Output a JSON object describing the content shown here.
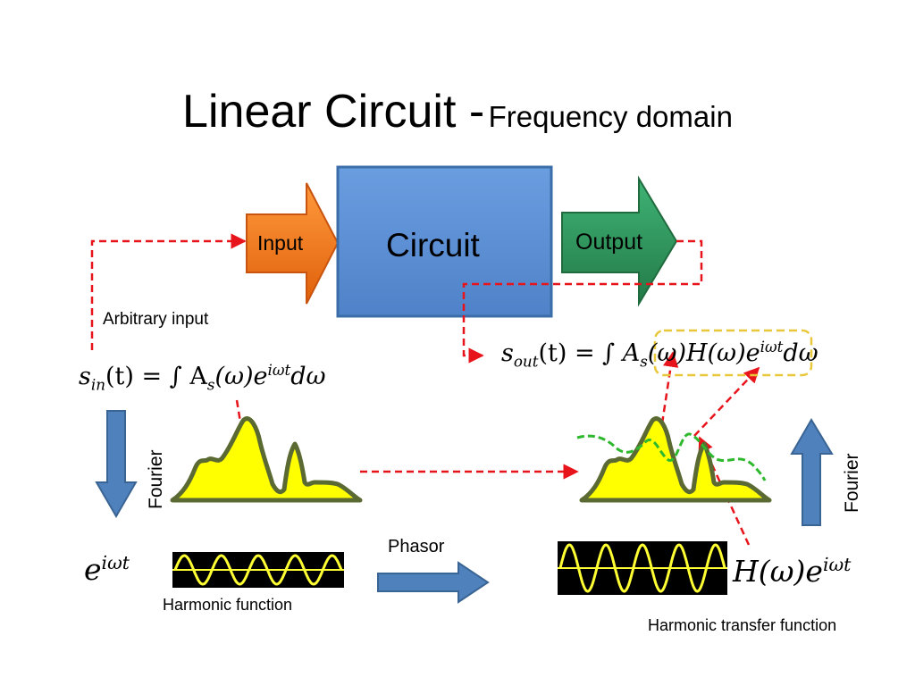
{
  "title": {
    "main": "Linear Circuit -",
    "sub": "Frequency domain"
  },
  "blocks": {
    "input": "Input",
    "circuit": "Circuit",
    "output": "Output"
  },
  "labels": {
    "arbitrary_input": "Arbitrary input",
    "fourier_left": "Fourier",
    "fourier_right": "Fourier",
    "phasor": "Phasor",
    "harmonic_function": "Harmonic function",
    "harmonic_transfer_function": "Harmonic transfer function"
  },
  "equations": {
    "s_in": {
      "s": "s",
      "sub": "in",
      "rest": "(t) = ∫ A",
      "a_sub": "s",
      "tail": "(ω)e",
      "exp": "iωt",
      "end": "dω"
    },
    "s_out": {
      "s": "s",
      "sub": "out",
      "rest": "(t) = ∫ ",
      "a": "A",
      "a_sub": "s",
      "mid": "(ω)H(ω)e",
      "exp": "iωt",
      "end": "dω"
    },
    "harmonic": {
      "base": "e",
      "exp": "iωt"
    },
    "transfer": {
      "base": "H(ω)e",
      "exp": "iωt"
    }
  },
  "colors": {
    "input_arrow": "#f07018",
    "circuit_box": "#5b8fd6",
    "output_arrow": "#2e9a5e",
    "dashed_red": "#e8141b",
    "spectrum_fill": "#ffff00",
    "spectrum_edge": "#5a6a32",
    "transfer_curve": "#2db82d",
    "wave": "#ffff33",
    "blue_arrow": "#4f81bd"
  },
  "icons": [
    "input-arrow",
    "output-arrow",
    "fourier-down-arrow",
    "fourier-up-arrow",
    "phasor-arrow"
  ]
}
